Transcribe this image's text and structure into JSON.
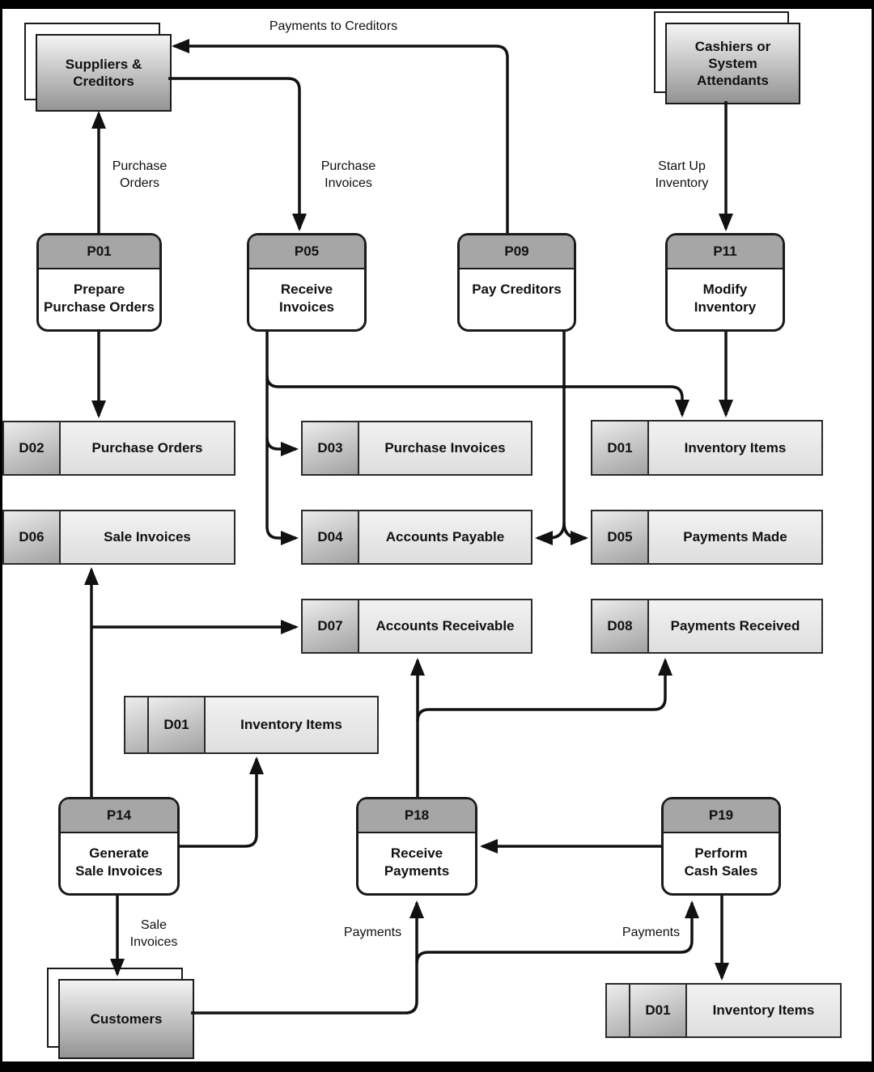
{
  "colors": {
    "line": "#1a1a1a",
    "entity_gradient_top": "#f4f4f4",
    "entity_gradient_bottom": "#949494",
    "process_header": "#a6a6a6",
    "store_body_top": "#f2f2f2",
    "store_body_bottom": "#dedede",
    "store_id_top": "#ececec",
    "store_id_bottom": "#a2a2a2"
  },
  "entities": [
    {
      "name": "Suppliers &\nCreditors"
    },
    {
      "name": "Cashiers or\nSystem\nAttendants"
    },
    {
      "name": "Customers"
    }
  ],
  "processes": [
    {
      "id": "P01",
      "name": "Prepare\nPurchase Orders"
    },
    {
      "id": "P05",
      "name": "Receive\nInvoices"
    },
    {
      "id": "P09",
      "name": "Pay Creditors"
    },
    {
      "id": "P11",
      "name": "Modify\nInventory"
    },
    {
      "id": "P14",
      "name": "Generate\nSale Invoices"
    },
    {
      "id": "P18",
      "name": "Receive\nPayments"
    },
    {
      "id": "P19",
      "name": "Perform\nCash Sales"
    }
  ],
  "stores": [
    {
      "id": "D02",
      "name": "Purchase Orders"
    },
    {
      "id": "D03",
      "name": "Purchase Invoices"
    },
    {
      "id": "D01",
      "name": "Inventory Items"
    },
    {
      "id": "D06",
      "name": "Sale Invoices"
    },
    {
      "id": "D04",
      "name": "Accounts Payable"
    },
    {
      "id": "D05",
      "name": "Payments Made"
    },
    {
      "id": "D07",
      "name": "Accounts Receivable"
    },
    {
      "id": "D08",
      "name": "Payments Received"
    },
    {
      "id": "D01",
      "name": "Inventory Items"
    },
    {
      "id": "D01",
      "name": "Inventory Items"
    }
  ],
  "flow_labels": {
    "payments_to_creditors": "Payments to Creditors",
    "purchase_orders": "Purchase\nOrders",
    "purchase_invoices": "Purchase\nInvoices",
    "start_up_inventory": "Start Up\nInventory",
    "sale_invoices": "Sale\nInvoices",
    "payments_left": "Payments",
    "payments_right": "Payments"
  }
}
